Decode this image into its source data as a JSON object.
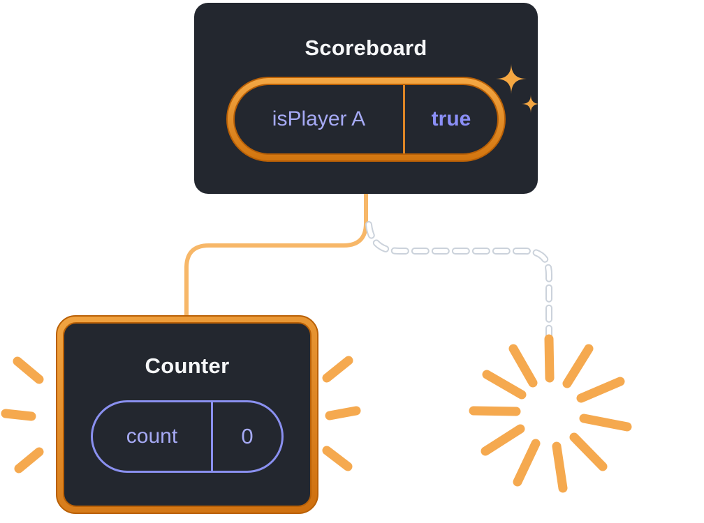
{
  "scoreboard": {
    "title": "Scoreboard",
    "state_key": "isPlayer A",
    "state_value": "true",
    "highlight": "orange-glow"
  },
  "counter": {
    "title": "Counter",
    "state_key": "count",
    "state_value": "0",
    "highlight": "orange-border"
  },
  "connectors": {
    "left_branch": {
      "from": "Scoreboard",
      "to": "Counter",
      "style": "solid"
    },
    "right_branch": {
      "from": "Scoreboard",
      "to": "removed-child",
      "style": "dashed"
    }
  },
  "decorations": {
    "sparkle_icon": "four-point-star-sparkle",
    "burst_icon": "poof-burst-rays",
    "sparks_icon": "emphasis-sparks"
  },
  "colors": {
    "slate": "#23272F",
    "orange_line": "#F7B768",
    "orange_border_light": "#F2A441",
    "orange_border_deep": "#CE6F0E",
    "spark_orange": "#F5A94F",
    "purple_border": "#8A90F0",
    "lavender_text": "#A6AAF5",
    "value_purple": "#8B8FF7",
    "title_white": "#F6F7F9",
    "dashed_white": "#FFFFFF"
  }
}
